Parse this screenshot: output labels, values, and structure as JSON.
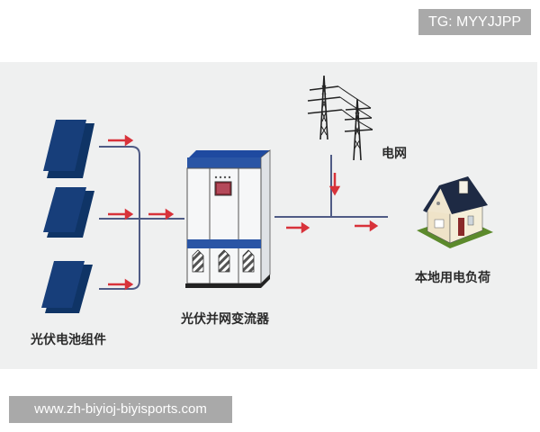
{
  "watermarks": {
    "top_right": "TG: MYYJJPP",
    "bottom_left": "www.zh-biyioj-biyisports.com"
  },
  "diagram": {
    "nodes": [
      {
        "id": "pv-modules",
        "label": "光伏电池组件",
        "icon": "solar-panel-icon",
        "count": 3
      },
      {
        "id": "inverter",
        "label": "光伏并网变流器",
        "icon": "inverter-cabinet-icon"
      },
      {
        "id": "grid",
        "label": "电网",
        "icon": "power-tower-icon"
      },
      {
        "id": "load",
        "label": "本地用电负荷",
        "icon": "house-icon"
      }
    ],
    "edges": [
      {
        "from": "pv-modules",
        "to": "inverter"
      },
      {
        "from": "grid",
        "to": "load"
      },
      {
        "from": "inverter",
        "to": "load"
      }
    ],
    "colors": {
      "background": "#eff0f0",
      "line": "#4a5a8a",
      "arrow": "#d8323a",
      "panel": "#173e7a",
      "cabinet_accent": "#2a55a5"
    }
  }
}
